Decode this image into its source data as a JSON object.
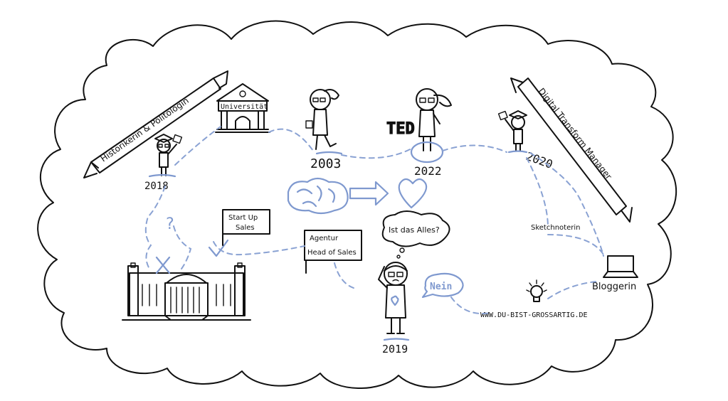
{
  "colors": {
    "ink": "#111111",
    "accent_blue": "#7f99cf",
    "background": "#ffffff"
  },
  "banners": {
    "left": "Historikerin & Politologin",
    "right": "Digital Transform Manager"
  },
  "university_label": "Universität",
  "ted_label": "TED",
  "years": {
    "y2018": "2018",
    "y2003": "2003",
    "y2022": "2022",
    "y2020": "2020",
    "y2019": "2019"
  },
  "signs": {
    "startup_line1": "Start Up",
    "startup_line2": "Sales",
    "agency_line1": "Agentur",
    "agency_line2": "Head of Sales"
  },
  "question_mark": "?",
  "speech": {
    "question": "Ist das Alles?",
    "answer": "Nein"
  },
  "labels": {
    "sketchnoterin": "Sketchnoterin",
    "bloggerin": "Bloggerin",
    "website": "WWW.DU-BIST-GROSSARTIG.DE"
  },
  "icons": [
    "brain-icon",
    "arrow-right-icon",
    "heart-icon",
    "laptop-icon",
    "lightbulb-icon",
    "parliament-building-icon",
    "university-building-icon",
    "checkmark-icon",
    "cross-icon"
  ]
}
